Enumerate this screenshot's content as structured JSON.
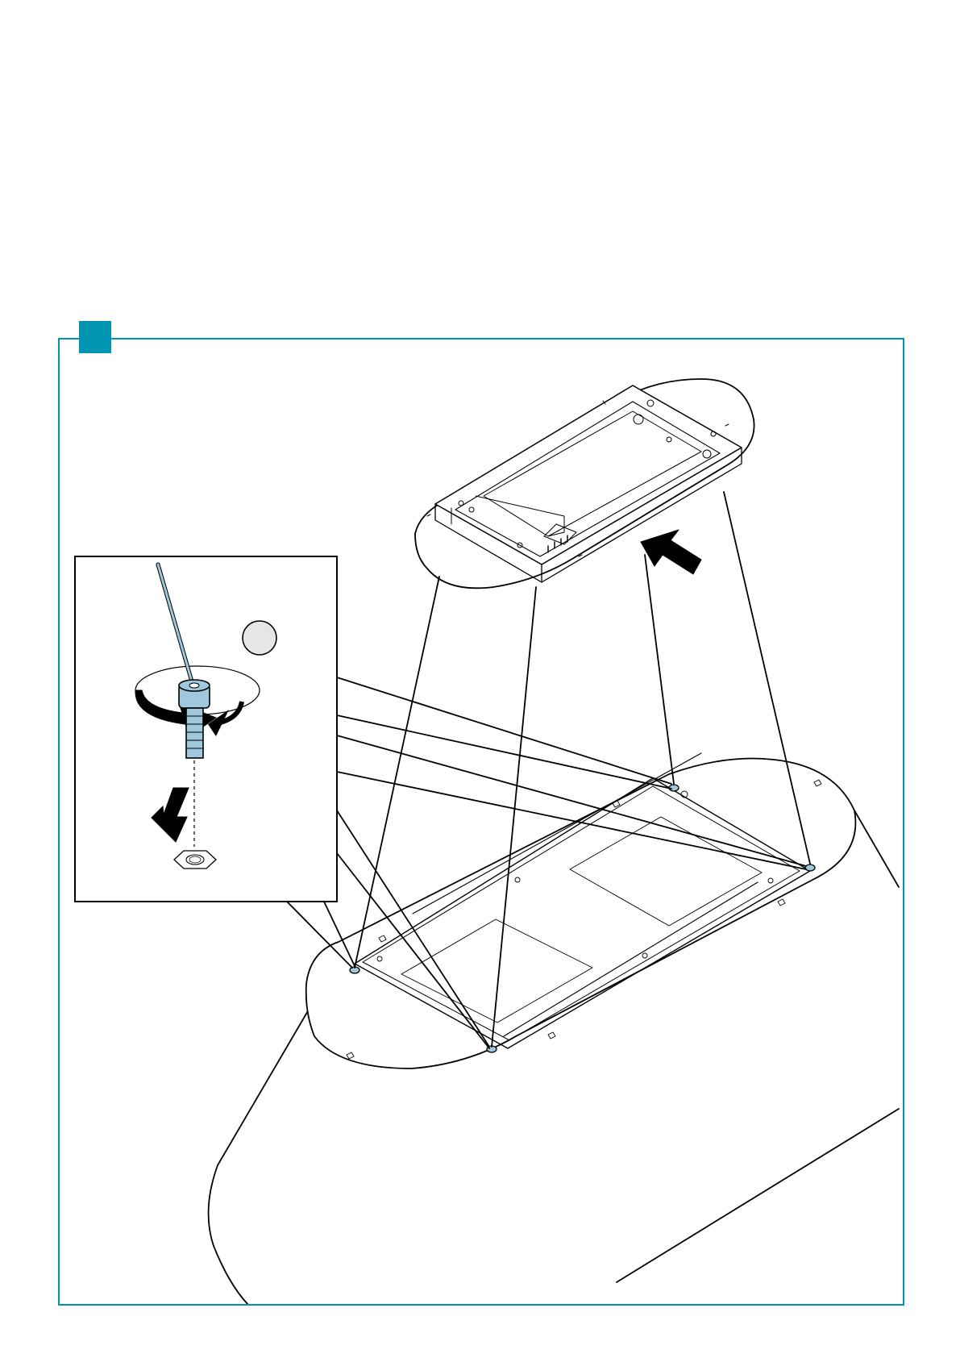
{
  "figure": {
    "step_marker_color": "#0096b1",
    "frame_color": "#0096b1",
    "tool_color": "#9fc8dc",
    "detail_badge_color": "#e6e6e6",
    "ink_color": "#000000"
  },
  "icons": {
    "step_marker": "teal-square",
    "detail_badge": "gray-circle",
    "rotate_arrow": "curved-arrow",
    "push_arrow": "block-arrow",
    "down_arrow": "block-arrow"
  }
}
